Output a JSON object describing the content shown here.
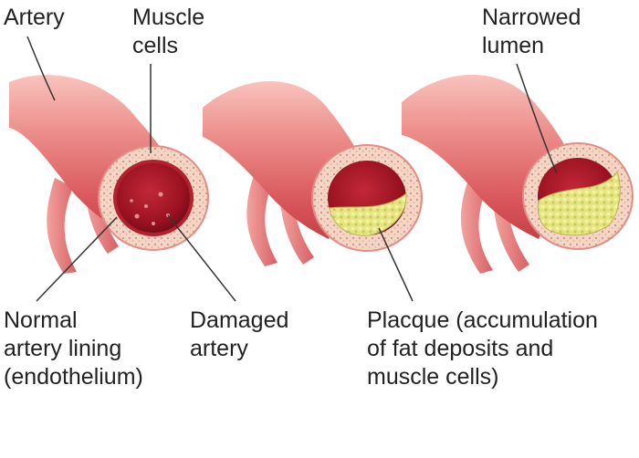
{
  "labels": {
    "artery": "Artery",
    "muscle_cells": [
      "Muscle",
      "cells"
    ],
    "narrowed_lumen": [
      "Narrowed",
      "lumen"
    ],
    "normal_lining": [
      "Normal",
      "artery lining",
      "(endothelium)"
    ],
    "damaged_artery": [
      "Damaged",
      "artery"
    ],
    "plaque": [
      "Placque (accumulation",
      "of fat deposits and",
      "muscle cells)"
    ]
  },
  "colors": {
    "vessel_light": "#f7b3ad",
    "vessel_mid": "#e2686a",
    "vessel_dark": "#c73e45",
    "wall": "#f3d3c2",
    "wall_dots": "#d98b7c",
    "lumen": "#9e1624",
    "plaque": "#e2e27a",
    "plaque_dots": "#c2c24a",
    "leader": "#333333"
  }
}
